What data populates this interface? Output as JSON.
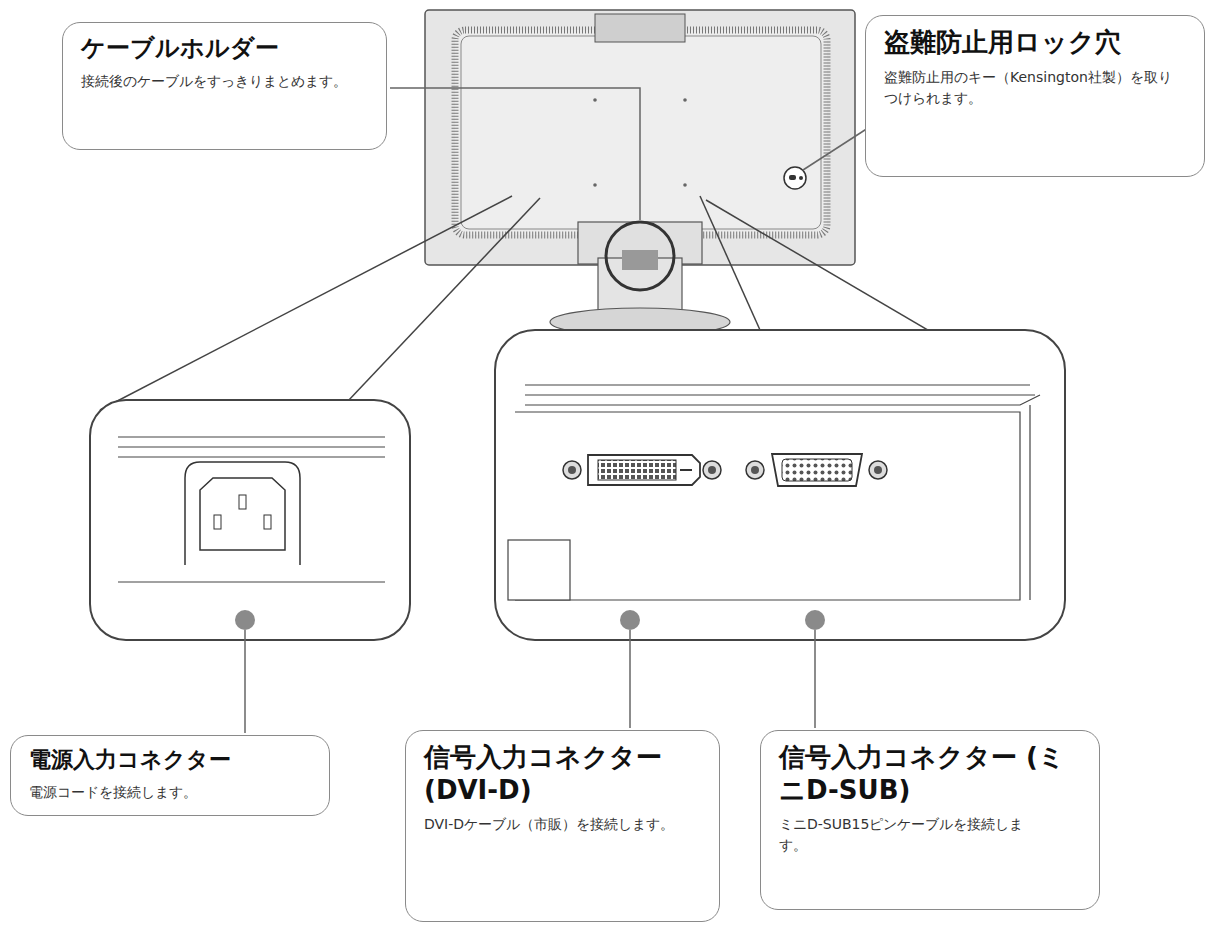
{
  "diagram": {
    "nodes": [
      {
        "text": [
          "ケーブルホルダー",
          "接続後のケーブルをすっきりまとめます。"
        ]
      },
      {
        "text": [
          "盗難防止用ロック穴",
          "盗難防止用のキー（Kensington社製）を取りつけられます。"
        ]
      },
      {
        "text": [
          "電源入力コネクター",
          "電源コードを接続します。"
        ]
      },
      {
        "text": [
          "信号入力コネクター (DVI-D)",
          "DVI-Dケーブル（市販）を接続します。"
        ]
      },
      {
        "text": [
          "信号入力コネクター (ミニD-SUB)",
          "ミニD-SUB15ピンケーブルを接続します。"
        ]
      }
    ]
  }
}
